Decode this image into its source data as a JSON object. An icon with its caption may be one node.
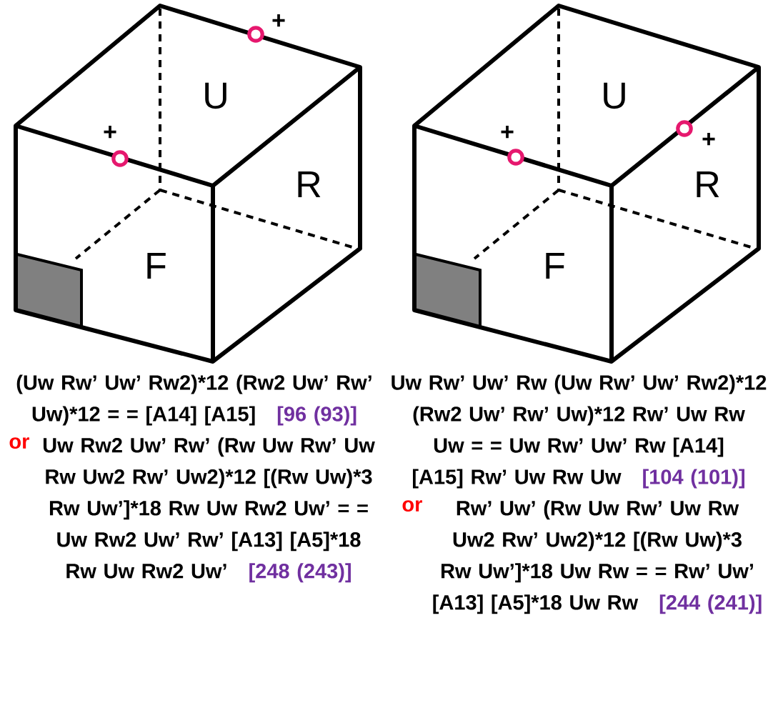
{
  "diagram": {
    "labels": [
      "+",
      "U",
      "+",
      "R",
      "F",
      "U",
      "+",
      "+",
      "R",
      "F",
      "(Uw Rw’ Uw’ Rw2)*12 (Rw2 Uw’ Rw’ Uw)*12 = = [A14] [A15]",
      "[96 (93)]",
      "or",
      "Uw Rw2 Uw’ Rw’ (Rw Uw Rw’ Uw Rw Uw2 Rw’ Uw2)*12 [(Rw Uw)*3 Rw Uw’]*18 Rw Uw Rw2 Uw’ = = Uw Rw2 Uw’ Rw’ [A13] [A5]*18 Rw Uw Rw2 Uw’",
      "[248 (243)]",
      "Uw Rw’ Uw’ Rw (Uw Rw’ Uw’ Rw2)*12 (Rw2 Uw’ Rw’ Uw)*12 Rw’ Uw Rw Uw = = Uw Rw’ Uw’ Rw [A14] [A15] Rw’ Uw Rw Uw",
      "[104 (101)]",
      "or",
      "Rw’ Uw’ (Rw Uw Rw’ Uw Rw Uw2 Rw’ Uw2)*12 [(Rw Uw)*3 Rw Uw’]*18 Uw Rw = = Rw’ Uw’ [A13] [A5]*18 Uw Rw",
      "[244 (241)]"
    ]
  }
}
